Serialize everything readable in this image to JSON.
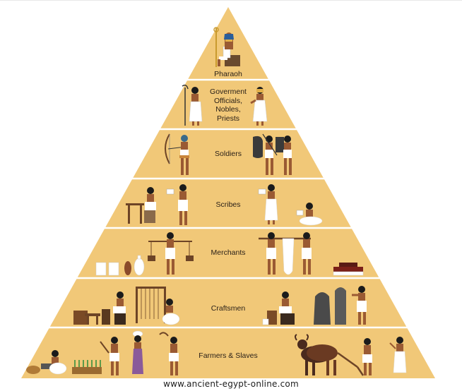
{
  "diagram": {
    "tiers": [
      {
        "id": "pharaoh",
        "label": "Pharaoh"
      },
      {
        "id": "officials",
        "label": "Goverment Officials, Nobles, Priests"
      },
      {
        "id": "soldiers",
        "label": "Soldiers"
      },
      {
        "id": "scribes",
        "label": "Scribes"
      },
      {
        "id": "merchants",
        "label": "Merchants"
      },
      {
        "id": "craftsmen",
        "label": "Craftsmen"
      },
      {
        "id": "farmers",
        "label": "Farmers & Slaves"
      }
    ]
  },
  "footer": {
    "text": "www.ancient-egypt-online.com"
  },
  "colors": {
    "pyramid": "#f1c878",
    "divider": "#ffffff",
    "skin": "#9a5a33",
    "linen": "#ffffff",
    "hair": "#1b1b1b",
    "gold": "#e2b04a",
    "wood": "#6d4426"
  }
}
